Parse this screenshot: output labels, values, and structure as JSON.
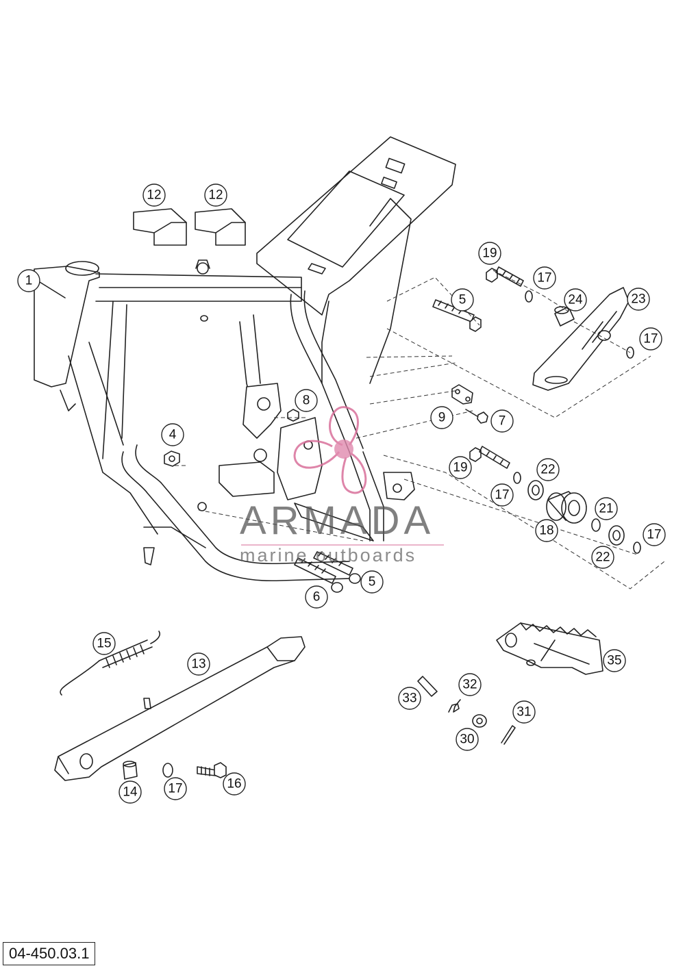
{
  "figure_code": "04-450.03.1",
  "watermark": {
    "brand": "ARMADA",
    "tagline": "marine outboards",
    "accent_color": "#d8709a"
  },
  "callouts": [
    {
      "id": "1",
      "label": "1"
    },
    {
      "id": "4",
      "label": "4"
    },
    {
      "id": "5a",
      "label": "5"
    },
    {
      "id": "5b",
      "label": "5"
    },
    {
      "id": "6",
      "label": "6"
    },
    {
      "id": "7",
      "label": "7"
    },
    {
      "id": "8",
      "label": "8"
    },
    {
      "id": "9",
      "label": "9"
    },
    {
      "id": "12a",
      "label": "12"
    },
    {
      "id": "12b",
      "label": "12"
    },
    {
      "id": "13",
      "label": "13"
    },
    {
      "id": "14",
      "label": "14"
    },
    {
      "id": "15",
      "label": "15"
    },
    {
      "id": "16",
      "label": "16"
    },
    {
      "id": "17a",
      "label": "17"
    },
    {
      "id": "17b",
      "label": "17"
    },
    {
      "id": "17c",
      "label": "17"
    },
    {
      "id": "17d",
      "label": "17"
    },
    {
      "id": "17e",
      "label": "17"
    },
    {
      "id": "18",
      "label": "18"
    },
    {
      "id": "19a",
      "label": "19"
    },
    {
      "id": "19b",
      "label": "19"
    },
    {
      "id": "21",
      "label": "21"
    },
    {
      "id": "22a",
      "label": "22"
    },
    {
      "id": "22b",
      "label": "22"
    },
    {
      "id": "23",
      "label": "23"
    },
    {
      "id": "24",
      "label": "24"
    },
    {
      "id": "30",
      "label": "30"
    },
    {
      "id": "31",
      "label": "31"
    },
    {
      "id": "32",
      "label": "32"
    },
    {
      "id": "33",
      "label": "33"
    },
    {
      "id": "35",
      "label": "35"
    }
  ]
}
